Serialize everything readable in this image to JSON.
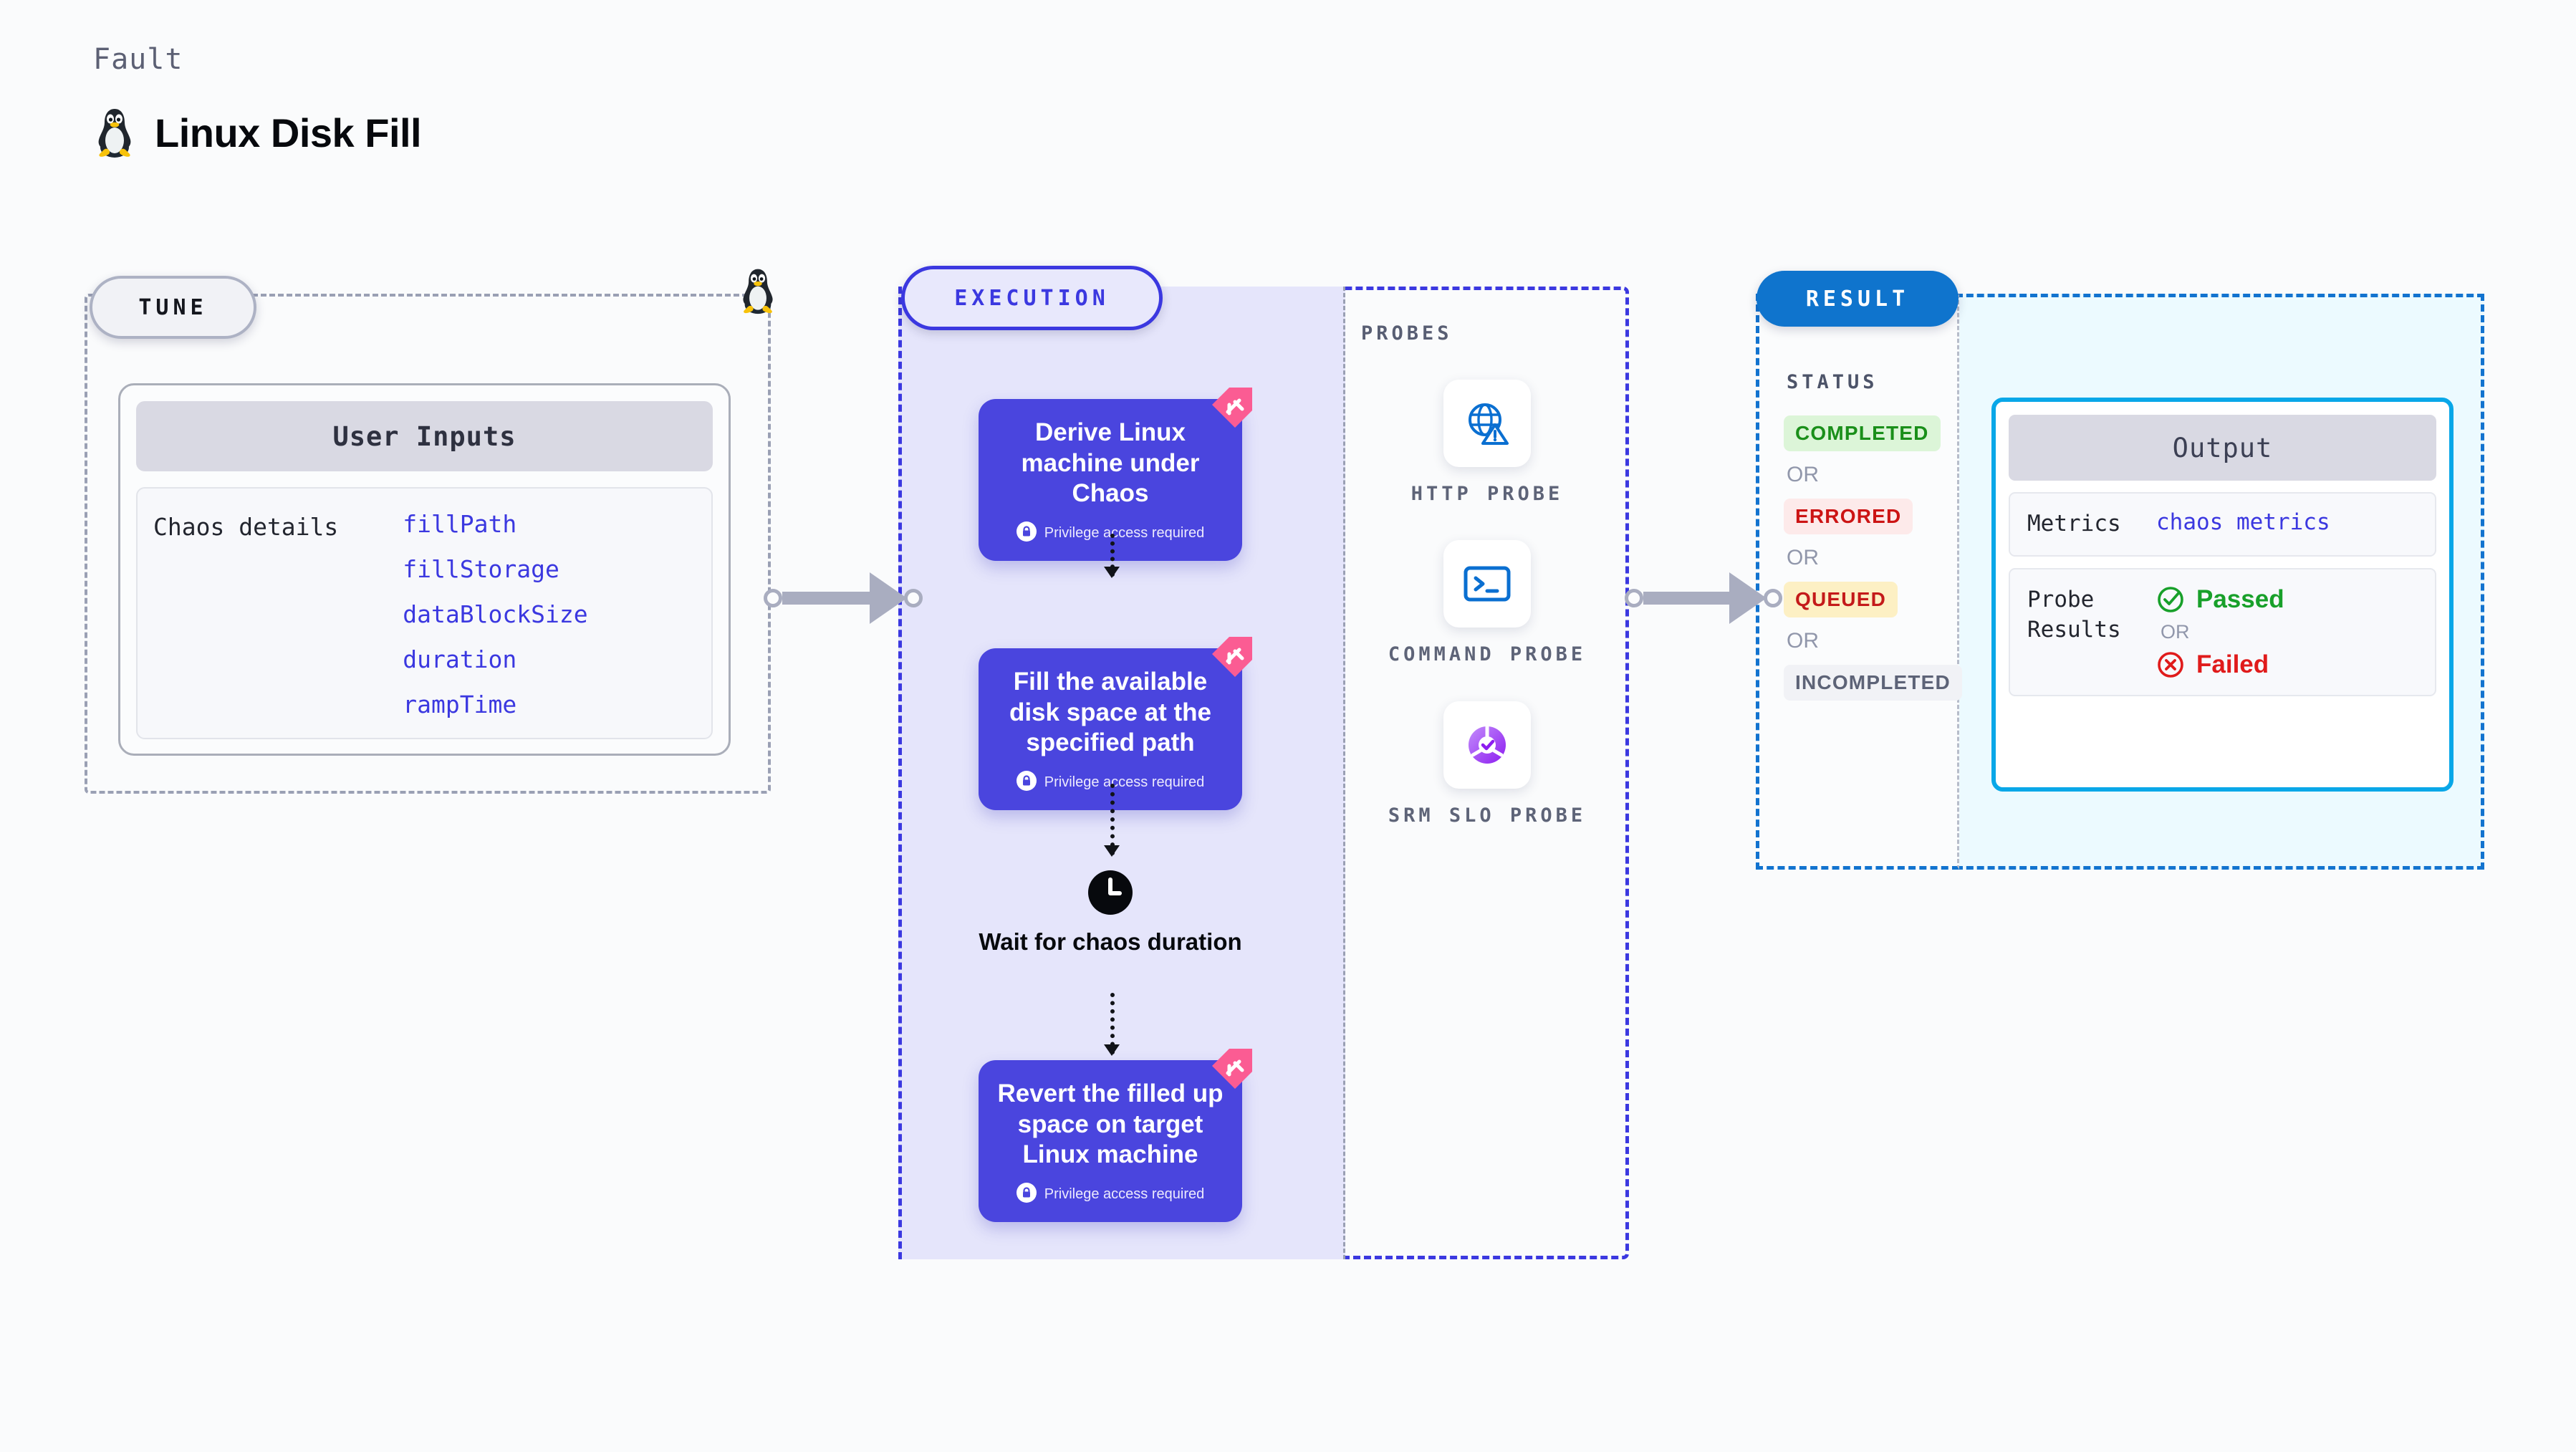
{
  "header": {
    "kicker": "Fault",
    "title": "Linux Disk Fill",
    "icon": "linux-tux-icon"
  },
  "tune": {
    "badge": "TUNE",
    "card_title": "User Inputs",
    "group_label": "Chaos details",
    "fields": [
      "fillPath",
      "fillStorage",
      "dataBlockSize",
      "duration",
      "rampTime"
    ],
    "line_icon": "linux-tux-icon"
  },
  "execution": {
    "badge": "EXECUTION",
    "privilege_note": "Privilege access required",
    "steps": [
      {
        "title": "Derive Linux machine under Chaos",
        "privileged": true,
        "ribbon": "chaos-ribbon-icon"
      },
      {
        "title": "Fill the available disk space at the specified path",
        "privileged": true,
        "ribbon": "chaos-ribbon-icon"
      },
      {
        "title": "Revert the filled up space on target Linux machine",
        "privileged": true,
        "ribbon": "chaos-ribbon-icon"
      }
    ],
    "wait_step": {
      "label": "Wait for chaos duration",
      "icon": "clock-icon"
    }
  },
  "probes": {
    "label": "PROBES",
    "items": [
      {
        "name": "HTTP PROBE",
        "icon": "globe-warning-icon"
      },
      {
        "name": "COMMAND PROBE",
        "icon": "terminal-icon"
      },
      {
        "name": "SRM SLO PROBE",
        "icon": "slo-donut-check-icon"
      }
    ]
  },
  "result": {
    "badge": "RESULT",
    "status_label": "STATUS",
    "or_text": "OR",
    "statuses": [
      {
        "text": "COMPLETED",
        "bg": "#dcf5d8",
        "fg": "#1a8f1a"
      },
      {
        "text": "ERRORED",
        "bg": "#fdeaea",
        "fg": "#cc1414"
      },
      {
        "text": "QUEUED",
        "bg": "#fdf0c4",
        "fg": "#c41a1a"
      },
      {
        "text": "INCOMPLETED",
        "bg": "#f1f2f6",
        "fg": "#5d6377"
      }
    ],
    "output": {
      "title": "Output",
      "metrics_key": "Metrics",
      "metrics_value": "chaos metrics",
      "probe_results_key": "Probe\nResults",
      "passed_text": "Passed",
      "failed_text": "Failed",
      "or_text": "OR",
      "passed_icon": "check-circle-icon",
      "failed_icon": "x-circle-icon"
    }
  },
  "colors": {
    "accent_purple": "#3b38e0",
    "card_purple": "#4a45de",
    "exec_fill": "#e5e5fb",
    "result_blue": "#0f74cd",
    "output_cyan": "#09a7e8",
    "output_fill": "#ecfaff",
    "pink_ribbon": "#fb5c93",
    "pass_green": "#18a02a",
    "fail_red": "#e01b1b"
  }
}
